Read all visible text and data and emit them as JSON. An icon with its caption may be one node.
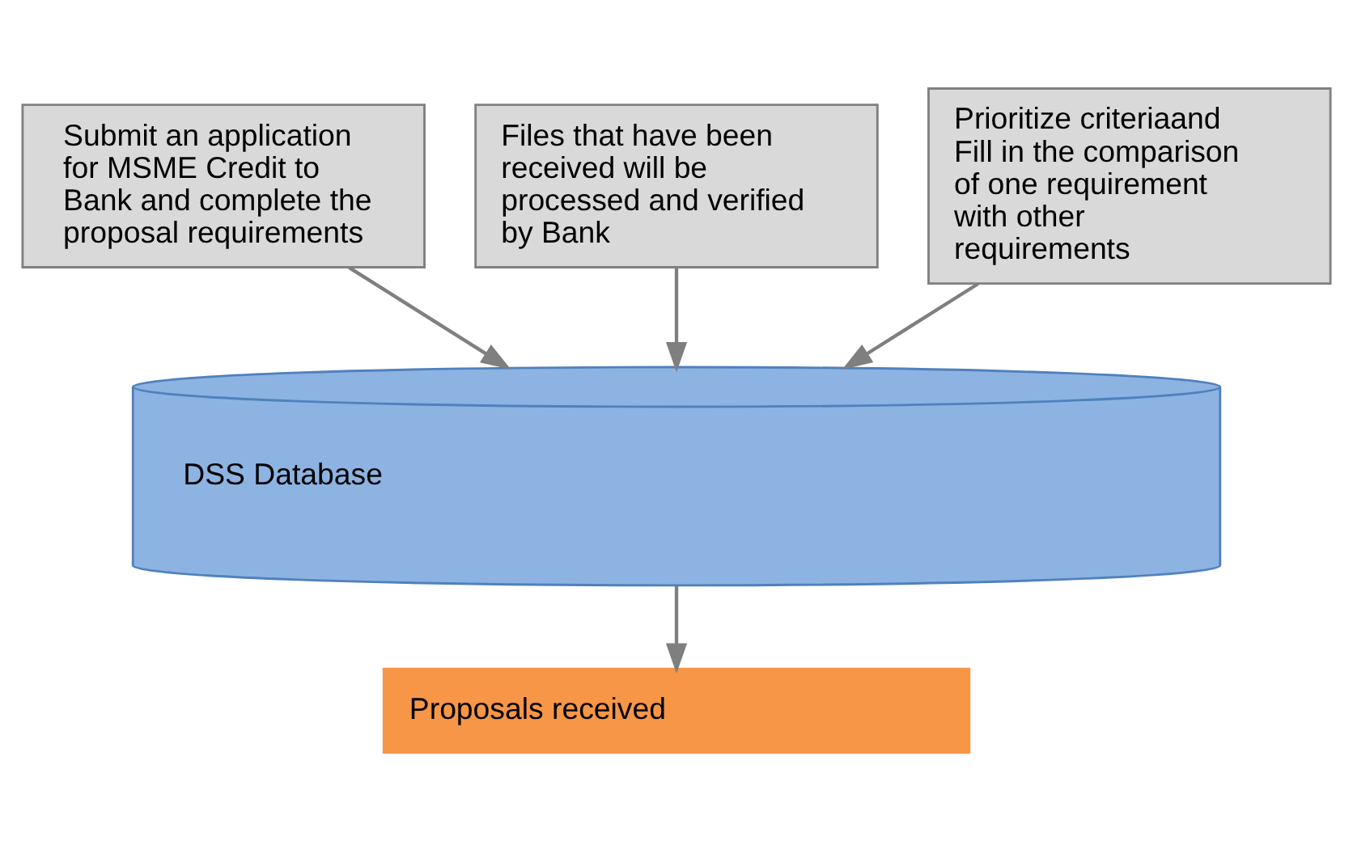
{
  "diagram": {
    "nodes": [
      {
        "text": [
          "Submit an application for MSME Credit to Bank and complete the proposal requirements"
        ]
      },
      {
        "text": [
          "Files that have been received will be processed and verified by Bank"
        ]
      },
      {
        "text": [
          "Prioritize criteriaand Fill in the comparison of one requirement with other requirements"
        ]
      },
      {
        "text": [
          "DSS Database"
        ]
      },
      {
        "text": [
          "Proposals received"
        ]
      }
    ],
    "edges": [
      {
        "from": 0,
        "to": 3,
        "arrow": "to"
      },
      {
        "from": 1,
        "to": 3,
        "arrow": "to"
      },
      {
        "from": 2,
        "to": 3,
        "arrow": "to"
      },
      {
        "from": 3,
        "to": 4,
        "arrow": "to"
      }
    ]
  }
}
